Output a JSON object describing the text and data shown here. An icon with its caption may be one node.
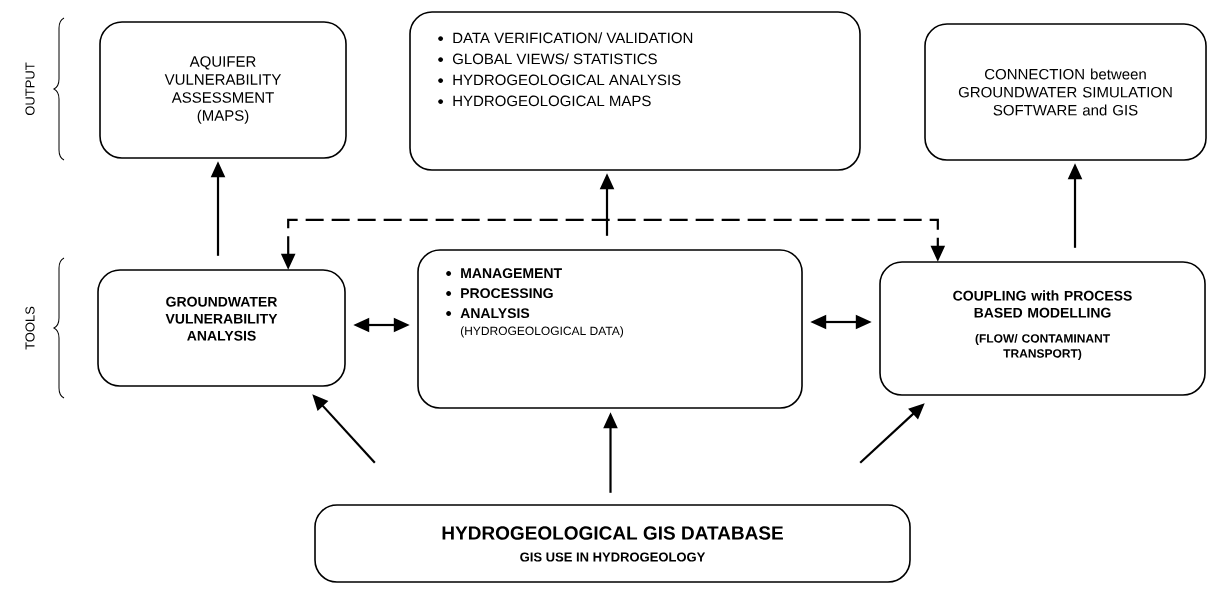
{
  "diagram": {
    "nodes": [
      {
        "text": [
          "AQUIFER VULNERABILITY ASSESSMENT (MAPS)"
        ]
      },
      {
        "text": [
          "DATA VERIFICATION/ VALIDATION",
          "GLOBAL VIEWS/ STATISTICS",
          "HYDROGEOLOGICAL ANALYSIS",
          "HYDROGEOLOGICAL MAPS"
        ]
      },
      {
        "text": [
          "CONNECTION between GROUNDWATER SIMULATION SOFTWARE and GIS"
        ]
      },
      {
        "text": [
          "GROUNDWATER VULNERABILITY ANALYSIS"
        ]
      },
      {
        "text": [
          "MANAGEMENT",
          "PROCESSING",
          "ANALYSIS",
          "(HYDROGEOLOGICAL DATA)"
        ]
      },
      {
        "text": [
          "COUPLING with PROCESS BASED MODELLING",
          "(FLOW/ CONTAMINANT TRANSPORT)"
        ]
      },
      {
        "text": [
          "HYDROGEOLOGICAL GIS DATABASE",
          "GIS USE IN HYDROGEOLOGY"
        ]
      }
    ],
    "edges": [
      {
        "from": 3,
        "to": 0,
        "arrow": "to"
      },
      {
        "from": 4,
        "to": 1,
        "arrow": "to"
      },
      {
        "from": 5,
        "to": 2,
        "arrow": "to"
      },
      {
        "from": 3,
        "to": 5,
        "arrow": "both",
        "style": "dashed"
      },
      {
        "from": 3,
        "to": 4,
        "arrow": "both"
      },
      {
        "from": 4,
        "to": 5,
        "arrow": "both"
      },
      {
        "from": 6,
        "to": 3,
        "arrow": "to"
      },
      {
        "from": 6,
        "to": 4,
        "arrow": "to"
      },
      {
        "from": 6,
        "to": 5,
        "arrow": "to"
      }
    ],
    "labels": [
      "OUTPUT",
      "TOOLS"
    ]
  }
}
